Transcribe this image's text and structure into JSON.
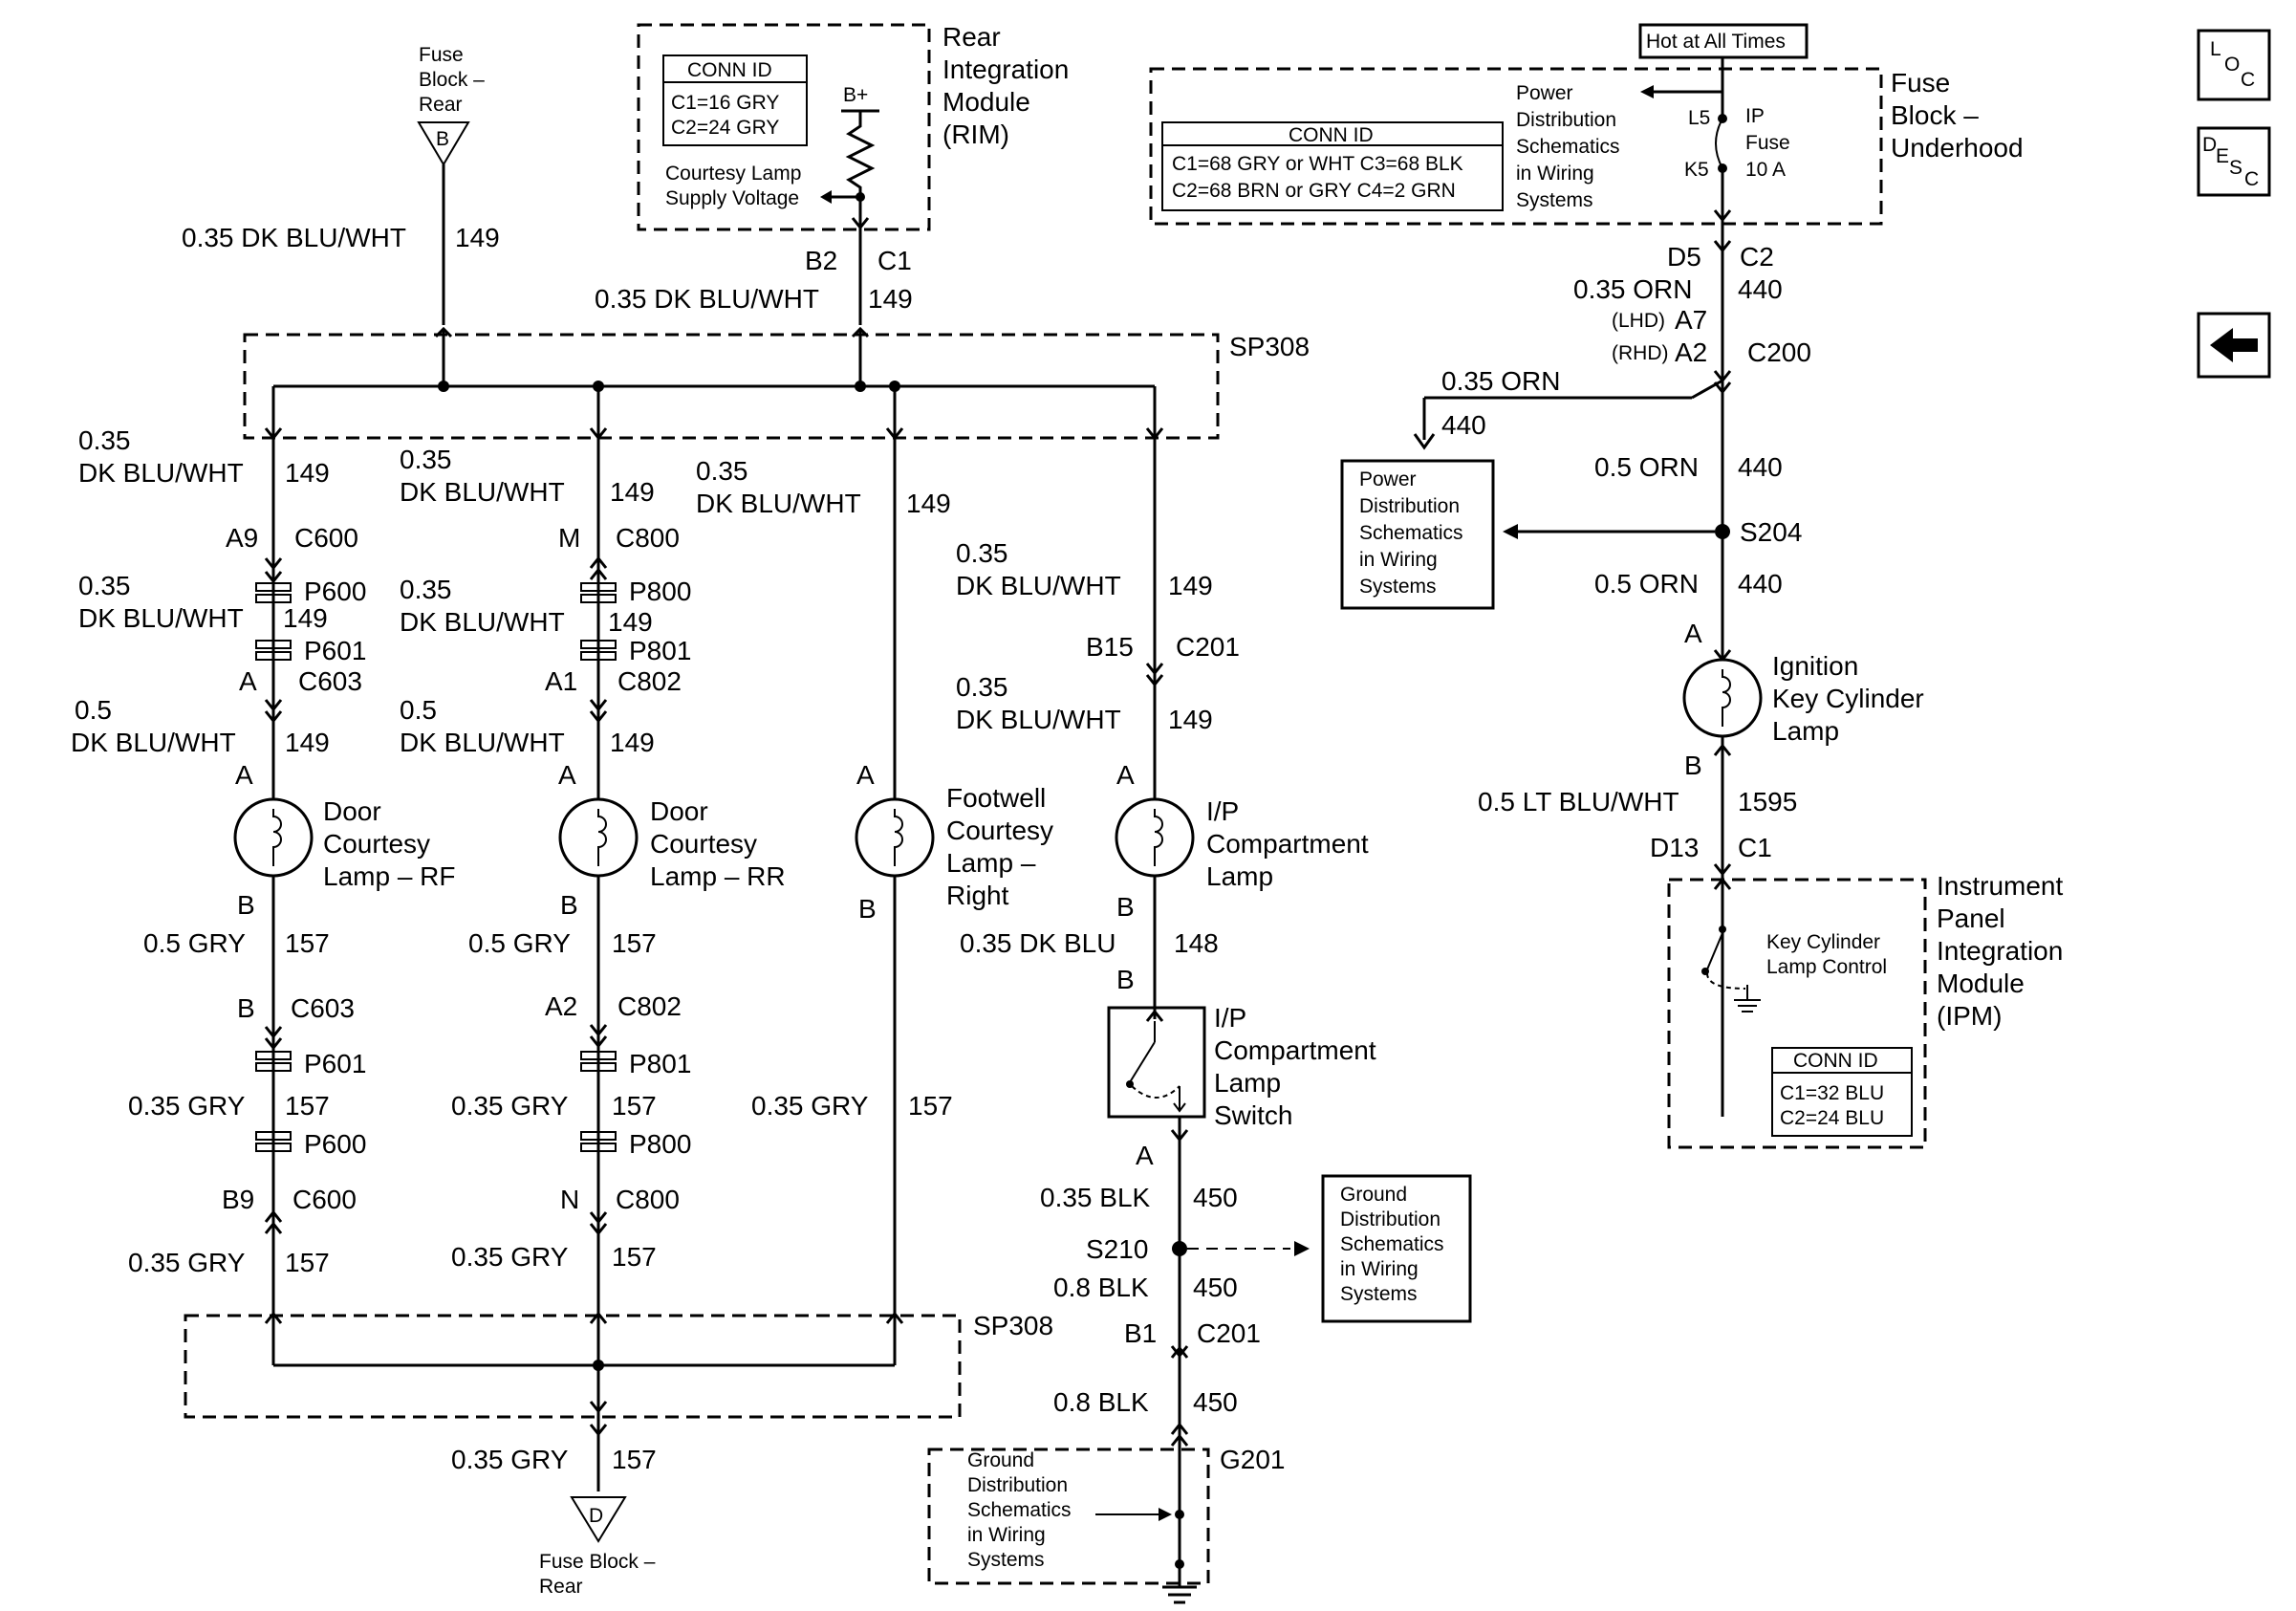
{
  "nav": {
    "loc_icon": "LOC",
    "desc_icon": "DESC",
    "back_icon": "back-arrow"
  },
  "fuse_block_rear_top": {
    "label_lines": [
      "Fuse",
      "Block –",
      "Rear"
    ],
    "terminal": "B"
  },
  "fuse_block_rear_bottom": {
    "label_lines": [
      "Fuse Block –",
      "Rear"
    ],
    "terminal": "D"
  },
  "rim": {
    "title_lines": [
      "Rear",
      "Integration",
      "Module",
      "(RIM)"
    ],
    "conn_id": {
      "header": "CONN ID",
      "rows": [
        "C1=16 GRY",
        "C2=24 GRY"
      ]
    },
    "b_plus": "B+",
    "supply_lines": [
      "Courtesy Lamp",
      "Supply Voltage"
    ],
    "pin": "B2",
    "connector": "C1",
    "wire": "0.35 DK BLU/WHT",
    "circuit": "149"
  },
  "fuse_block_underhood": {
    "title_lines": [
      "Fuse",
      "Block –",
      "Underhood"
    ],
    "hot_label": "Hot at All Times",
    "conn_id": {
      "header": "CONN ID",
      "rows": [
        "C1=68 GRY or WHT  C3=68 BLK",
        "C2=68 BRN or GRY   C4=2 GRN"
      ]
    },
    "pd_lines": [
      "Power",
      "Distribution",
      "Schematics",
      "in Wiring",
      "Systems"
    ],
    "l5": "L5",
    "k5": "K5",
    "fuse_lines": [
      "IP",
      "Fuse",
      "10 A"
    ]
  },
  "splice_top": "SP308",
  "splice_bottom": "SP308",
  "left_top_wire": {
    "wire": "0.35 DK BLU/WHT",
    "circuit": "149"
  },
  "branch_rf": {
    "w1": [
      "0.35",
      "DK BLU/WHT"
    ],
    "c1": "149",
    "pin1": "A9",
    "conn1": "C600",
    "p_a": "P600",
    "w2": [
      "0.35",
      "DK BLU/WHT"
    ],
    "c2": "149",
    "p_b": "P601",
    "pin2": "A",
    "conn2": "C603",
    "w3": [
      "0.5",
      "DK BLU/WHT"
    ],
    "c3": "149",
    "lamp_a": "A",
    "lamp_lines": [
      "Door",
      "Courtesy",
      "Lamp – RF"
    ],
    "lamp_b": "B",
    "w4": "0.5 GRY",
    "c4": "157",
    "pin3": "B",
    "conn3": "C603",
    "p_c": "P601",
    "w5": "0.35 GRY",
    "c5": "157",
    "p_d": "P600",
    "pin4": "B9",
    "conn4": "C600",
    "w6": "0.35 GRY",
    "c6": "157"
  },
  "branch_rr": {
    "w1": [
      "0.35",
      "DK BLU/WHT"
    ],
    "c1": "149",
    "pin1": "M",
    "conn1": "C800",
    "p_a": "P800",
    "w2": [
      "0.35",
      "DK BLU/WHT"
    ],
    "c2": "149",
    "p_b": "P801",
    "pin2": "A1",
    "conn2": "C802",
    "w3": [
      "0.5",
      "DK BLU/WHT"
    ],
    "c3": "149",
    "lamp_a": "A",
    "lamp_lines": [
      "Door",
      "Courtesy",
      "Lamp – RR"
    ],
    "lamp_b": "B",
    "w4": "0.5 GRY",
    "c4": "157",
    "pin3": "A2",
    "conn3": "C802",
    "p_c": "P801",
    "w5": "0.35 GRY",
    "c5": "157",
    "p_d": "P800",
    "pin4": "N",
    "conn4": "C800",
    "w6": "0.35 GRY",
    "c6": "157"
  },
  "branch_footwell": {
    "w1": [
      "0.35",
      "DK BLU/WHT"
    ],
    "c1": "149",
    "lamp_a": "A",
    "lamp_lines": [
      "Footwell",
      "Courtesy",
      "Lamp –",
      "Right"
    ],
    "lamp_b": "B",
    "w2": "0.35 GRY",
    "c2": "157"
  },
  "branch_ip": {
    "w1": [
      "0.35",
      "DK BLU/WHT"
    ],
    "c1": "149",
    "pin1": "B15",
    "conn1": "C201",
    "w2": [
      "0.35",
      "DK BLU/WHT"
    ],
    "c2": "149",
    "lamp_a": "A",
    "lamp_lines": [
      "I/P",
      "Compartment",
      "Lamp"
    ],
    "lamp_b": "B",
    "w3": "0.35 DK BLU",
    "c3": "148",
    "sw_b": "B",
    "switch_lines": [
      "I/P",
      "Compartment",
      "Lamp",
      "Switch"
    ],
    "sw_a": "A",
    "w4": "0.35 BLK",
    "c4": "450",
    "splice": "S210",
    "gd_lines": [
      "Ground",
      "Distribution",
      "Schematics",
      "in Wiring",
      "Systems"
    ],
    "w5": "0.8 BLK",
    "c5": "450",
    "pin2": "B1",
    "conn2": "C201",
    "w6": "0.8 BLK",
    "c6": "450",
    "ground": "G201",
    "gd2_lines": [
      "Ground",
      "Distribution",
      "Schematics",
      "in Wiring",
      "Systems"
    ]
  },
  "bottom_wire": {
    "wire": "0.35 GRY",
    "circuit": "157"
  },
  "right_chain": {
    "pin_d5": "D5",
    "conn_c2": "C2",
    "w1": "0.35 ORN",
    "c1": "440",
    "lhd": "(LHD)",
    "a7": "A7",
    "rhd": "(RHD)",
    "a2": "A2",
    "conn_c200": "C200",
    "branch_wire": "0.35 ORN",
    "branch_circuit": "440",
    "pd_box_lines": [
      "Power",
      "Distribution",
      "Schematics",
      "in Wiring",
      "Systems"
    ],
    "w2": "0.5 ORN",
    "c2": "440",
    "splice": "S204",
    "w3": "0.5 ORN",
    "c3": "440",
    "lamp_a": "A",
    "lamp_lines": [
      "Ignition",
      "Key Cylinder",
      "Lamp"
    ],
    "lamp_b": "B",
    "w4": "0.5 LT BLU/WHT",
    "c4": "1595",
    "pin": "D13",
    "conn": "C1"
  },
  "ipm": {
    "title_lines": [
      "Instrument",
      "Panel",
      "Integration",
      "Module",
      "(IPM)"
    ],
    "control_lines": [
      "Key Cylinder",
      "Lamp Control"
    ],
    "conn_id": {
      "header": "CONN ID",
      "rows": [
        "C1=32 BLU",
        "C2=24 BLU"
      ]
    }
  }
}
